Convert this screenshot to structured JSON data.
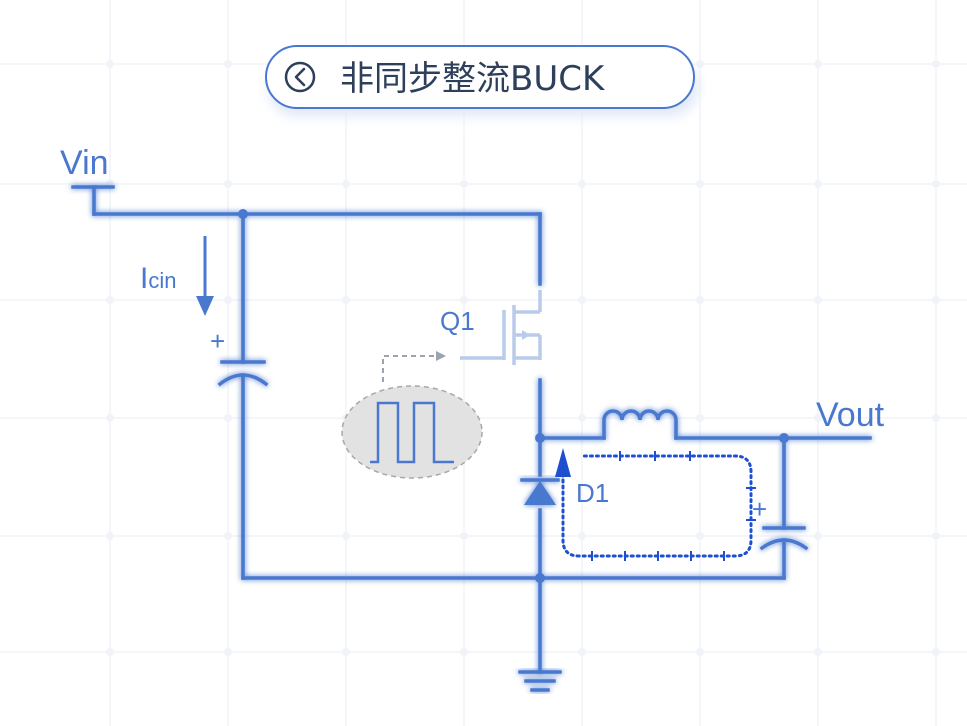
{
  "title": "非同步整流BUCK",
  "labels": {
    "vin": "Vin",
    "icin_main": "I",
    "icin_sub": "cin",
    "q1": "Q1",
    "d1": "D1",
    "vout": "Vout",
    "cin_plus": "+",
    "cout_plus": "+"
  },
  "icons": {
    "back": "chevron-left-icon",
    "ground": "ground-icon",
    "pwm": "square-wave-icon"
  },
  "colors": {
    "wire": "#4a78cf",
    "loop": "#1f4fd1",
    "title_border": "#4a78cf"
  }
}
